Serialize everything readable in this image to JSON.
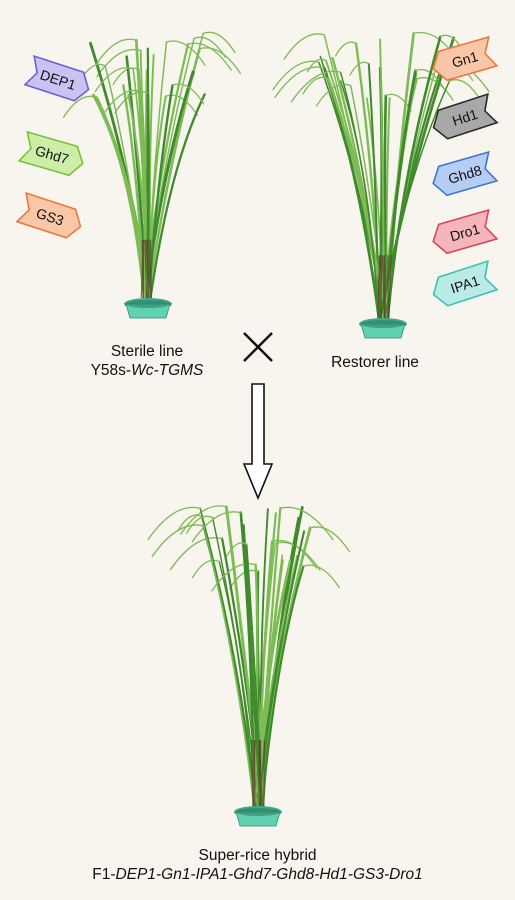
{
  "parents": {
    "sterile": {
      "title": "Sterile line",
      "code_prefix": "Y58s-",
      "code_italic": "Wc-TGMS",
      "genes": [
        {
          "name": "DEP1",
          "fill": "#c9c3f4",
          "stroke": "#6c5fd6"
        },
        {
          "name": "Ghd7",
          "fill": "#cdeea8",
          "stroke": "#77c23a"
        },
        {
          "name": "GS3",
          "fill": "#f9c6a8",
          "stroke": "#e8783e"
        }
      ]
    },
    "restorer": {
      "title": "Restorer line",
      "genes": [
        {
          "name": "Gn1",
          "fill": "#f9c6a8",
          "stroke": "#e8783e"
        },
        {
          "name": "Hd1",
          "fill": "#a8a8a8",
          "stroke": "#2a2a2a"
        },
        {
          "name": "Ghd8",
          "fill": "#b6cdf4",
          "stroke": "#3d77d6"
        },
        {
          "name": "Dro1",
          "fill": "#f6b5bd",
          "stroke": "#d8455a"
        },
        {
          "name": "IPA1",
          "fill": "#b9ece6",
          "stroke": "#3ec0b2"
        }
      ]
    }
  },
  "cross_symbol": "×",
  "hybrid": {
    "title": "Super-rice hybrid",
    "code_prefix": "F1-",
    "code_italic": "DEP1-Gn1-IPA1-Ghd7-Ghd8-Hd1-GS3-Dro1"
  },
  "colors": {
    "leaf": "#3f8a2c",
    "leaf_light": "#7dbb55",
    "pot": "#5fd1b0",
    "background": "#f8f4ee"
  }
}
